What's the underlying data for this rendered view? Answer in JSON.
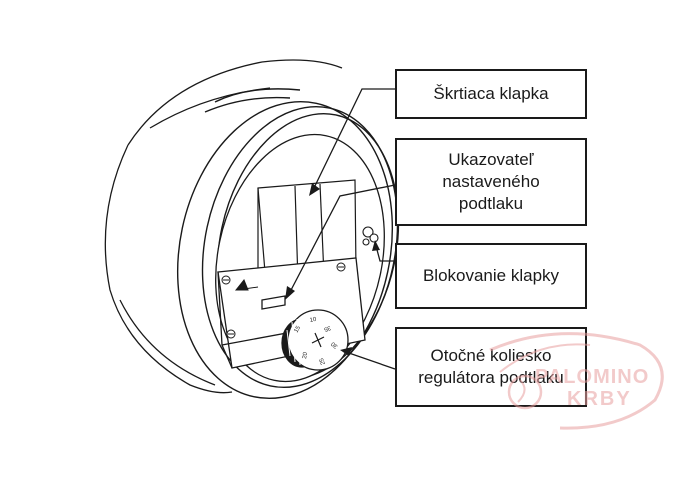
{
  "labels": {
    "throttle_flap": "Škrtiaca klapka",
    "indicator": [
      "Ukazovateľ",
      "nastaveného",
      "podtlaku"
    ],
    "flap_lock": "Blokovanie klapky",
    "knob": [
      "Otočné koliesko",
      "regulátora podtlaku"
    ]
  },
  "dial_numbers": [
    "10",
    "15",
    "20",
    "25",
    "30",
    "35"
  ],
  "watermark": {
    "line1": "PALOMINO",
    "line2": "KRBY",
    "color": "#e8a0a0"
  },
  "colors": {
    "line": "#1a1a1a",
    "fill": "#ffffff"
  }
}
